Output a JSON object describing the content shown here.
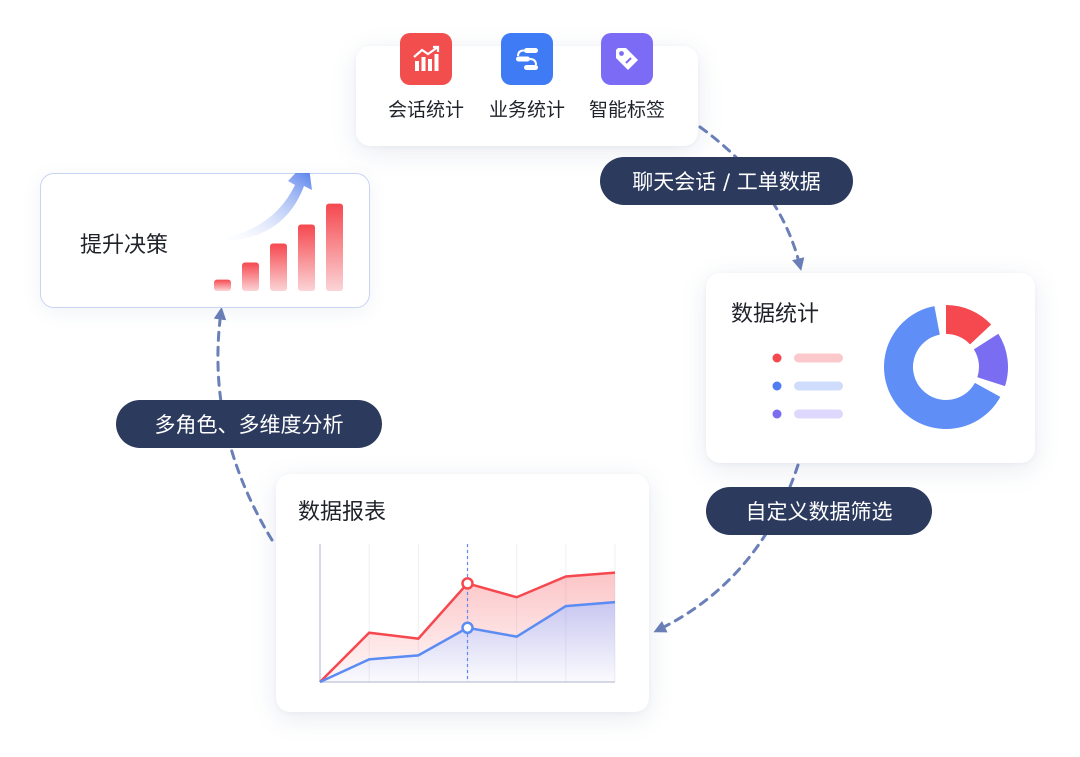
{
  "top_card": {
    "items": [
      {
        "label": "会话统计",
        "icon": "bar-chart-up-icon",
        "color": "#f24e4e"
      },
      {
        "label": "业务统计",
        "icon": "flow-icon",
        "color": "#3f7bf4"
      },
      {
        "label": "智能标签",
        "icon": "tag-icon",
        "color": "#7c6cf5"
      }
    ]
  },
  "decision_card": {
    "title": "提升决策",
    "bar_levels": [
      0.12,
      0.3,
      0.5,
      0.7,
      0.92
    ]
  },
  "stats_card": {
    "title": "数据统计",
    "legend_colors": [
      "#f5484f",
      "#4f7cf4",
      "#7a6df2"
    ],
    "donut": [
      {
        "value": 0.13,
        "color": "#f5484f"
      },
      {
        "value": 0.14,
        "color": "#7a6df2"
      },
      {
        "value": 0.64,
        "color": "#5f8ef6"
      }
    ]
  },
  "report_card": {
    "title": "数据报表",
    "chart_data": {
      "type": "area",
      "x": [
        0,
        1,
        2,
        3,
        4,
        5,
        6
      ],
      "series": [
        {
          "values": [
            0,
            50,
            44,
            100,
            86,
            107,
            111
          ],
          "color": "#f5484f"
        },
        {
          "values": [
            0,
            23,
            27,
            55,
            46,
            77,
            81
          ],
          "color": "#5b8cf3"
        }
      ],
      "highlight_index": 3,
      "ylim": [
        0,
        140
      ]
    }
  },
  "flow_labels": {
    "chat_data": "聊天会话 / 工单数据",
    "filter": "自定义数据筛选",
    "analysis": "多角色、多维度分析"
  }
}
